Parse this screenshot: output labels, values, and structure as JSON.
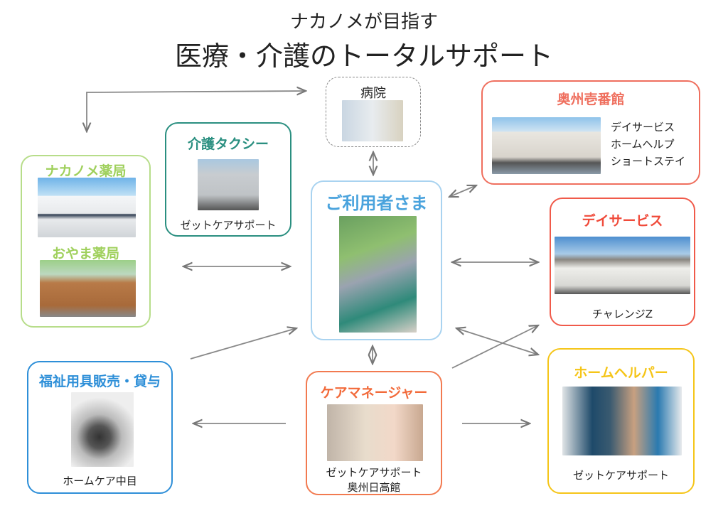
{
  "title": {
    "line1": "ナカノメが目指す",
    "line2": "医療・介護のトータルサポート"
  },
  "nodes": {
    "hospital": {
      "title": "病院"
    },
    "oshu_ichibankan": {
      "title": "奥州壱番館",
      "services": [
        "デイサービス",
        "ホームヘルプ",
        "ショートステイ"
      ],
      "color": "#ef6f5e"
    },
    "kaigo_taxi": {
      "title": "介護タクシー",
      "caption": "ゼットケアサポート",
      "color": "#2a8f80"
    },
    "pharmacy": {
      "title1": "ナカノメ薬局",
      "title2": "おやま薬局",
      "color": "#9fd05c"
    },
    "user": {
      "title": "ご利用者さま",
      "color": "#4aa3dd"
    },
    "day_service": {
      "title": "デイサービス",
      "caption": "チャレンジZ",
      "color": "#f04a3a"
    },
    "welfare": {
      "title": "福祉用具販売・貸与",
      "caption": "ホームケア中目",
      "color": "#2e8fd8"
    },
    "care_manager": {
      "title": "ケアマネージャー",
      "caption1": "ゼットケアサポート",
      "caption2": "奥州日高館",
      "color": "#f26a3a"
    },
    "home_helper": {
      "title": "ホームヘルパー",
      "caption": "ゼットケアサポート",
      "color": "#f5c518"
    }
  }
}
